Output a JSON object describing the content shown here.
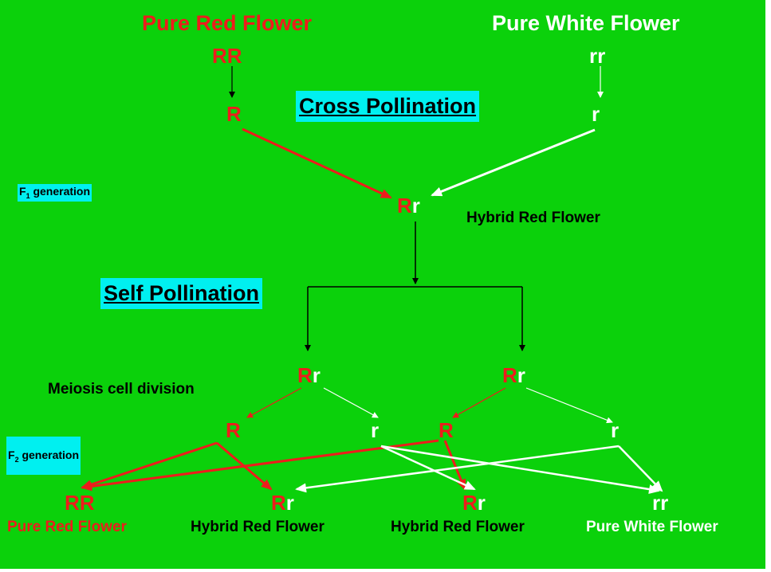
{
  "parents": {
    "red_title": "Pure Red Flower",
    "red_genotype": "RR",
    "white_title": "Pure White Flower",
    "white_genotype": "rr"
  },
  "gametes_p": {
    "red": "R",
    "white": "r"
  },
  "cross_label": "Cross Pollination",
  "f1": {
    "label_prefix": "F",
    "label_sub": "1",
    "label_suffix": " generation",
    "allele_R": "R",
    "allele_r": "r",
    "description": "Hybrid Red Flower"
  },
  "self_label": "Self Pollination",
  "f1_copies": {
    "allele_R": "R",
    "allele_r": "r"
  },
  "meiosis_label": "Meiosis cell division",
  "gametes_f1": {
    "R": "R",
    "r": "r"
  },
  "f2": {
    "label_prefix": "F",
    "label_sub": "2",
    "label_suffix": " generation",
    "offspring": [
      {
        "allele1": "R",
        "allele2": "R",
        "name": "Pure Red Flower"
      },
      {
        "allele1": "R",
        "allele2": "r",
        "name": "Hybrid Red Flower"
      },
      {
        "allele1": "R",
        "allele2": "r",
        "name": "Hybrid Red Flower"
      },
      {
        "allele1": "r",
        "allele2": "r",
        "name": "Pure White Flower"
      }
    ]
  },
  "colors": {
    "background": "#0bd10b",
    "dominant": "#ee1c1c",
    "recessive": "#ffffff",
    "label_highlight": "#00f0f0"
  }
}
